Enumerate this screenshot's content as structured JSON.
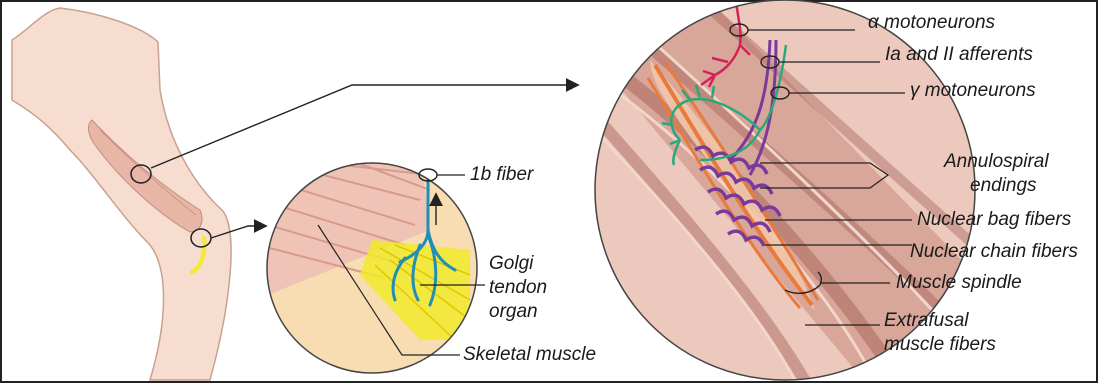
{
  "labels": {
    "alpha_motoneurons": "α motoneurons",
    "ia_ii_afferents": "Ia and II afferents",
    "gamma_motoneurons": "γ motoneurons",
    "annulospiral_line1": "Annulospiral",
    "annulospiral_line2": "endings",
    "nuclear_bag_fibers": "Nuclear bag fibers",
    "nuclear_chain_fibers": "Nuclear chain fibers",
    "muscle_spindle": "Muscle spindle",
    "extrafusal_line1": "Extrafusal",
    "extrafusal_line2": "muscle fibers",
    "ib_fiber": "1b fiber",
    "golgi_line1": "Golgi",
    "golgi_line2": "tendon",
    "golgi_line3": "organ",
    "skeletal_muscle": "Skeletal muscle"
  },
  "colors": {
    "skin": "#f6ddd0",
    "skin_outline": "#c9a18f",
    "muscle": "#d9a69a",
    "muscle_dark": "#a9675d",
    "muscle_light": "#ecc8bd",
    "tendon_bg": "#f8dcb2",
    "tendon_yellow": "#f2ea2a",
    "ib_fiber_blue": "#1f8fb8",
    "alpha_red": "#d3225b",
    "afferent_purple": "#7a3a9a",
    "gamma_green": "#2aa87a",
    "intrafusal_orange": "#e87a3c",
    "frame": "#222222"
  }
}
